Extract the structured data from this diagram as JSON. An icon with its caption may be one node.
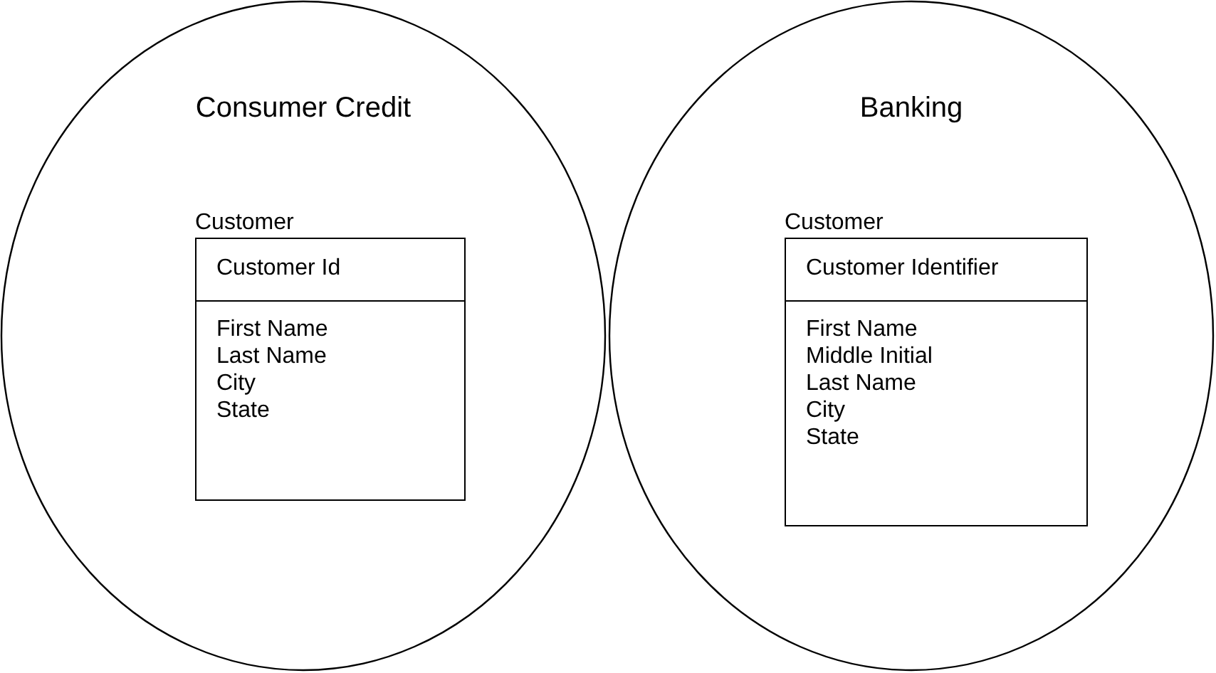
{
  "diagram": {
    "nodes": [
      {
        "text": [
          "Consumer Credit"
        ]
      },
      {
        "text": [
          "Customer",
          "Customer Id",
          "First Name",
          "Last Name",
          "City",
          "State"
        ],
        "in": 0
      },
      {
        "text": [
          "Banking"
        ]
      },
      {
        "text": [
          "Customer",
          "Customer Identifier",
          "First Name",
          "Middle Initial",
          "Last Name",
          "City",
          "State"
        ],
        "in": 2
      }
    ]
  }
}
